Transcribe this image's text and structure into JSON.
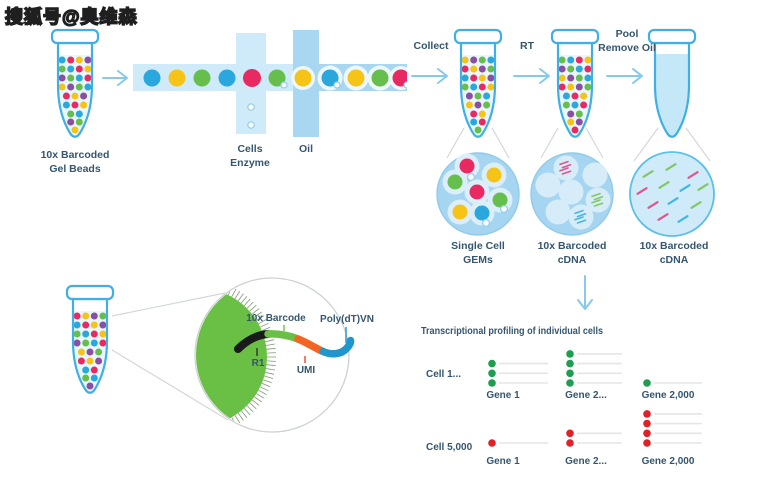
{
  "watermark": {
    "text": "搜狐号@奥维森"
  },
  "colors": {
    "label_text": "#35566e",
    "tube_outline": "#3fb0e5",
    "tube_liquid": "#e8f6fd",
    "pooled_liquid": "#c5e8f8",
    "channel_light": "#cfeaf9",
    "channel_dark": "#a9d6f0",
    "droplet": "#edf7fc",
    "arrow": "#85c9ec",
    "bead_palette": [
      "#2aa7dc",
      "#f5c417",
      "#66bf4c",
      "#e92a62",
      "#8a4fa3"
    ],
    "gem_circle_fill": "#a5d5f0",
    "cdna_circle_fill": "#cfeaf9",
    "dash_green": "#82c766",
    "dash_pink": "#e0558e",
    "dash_cyan": "#46b7e2",
    "primer_r1": "#1a1a1a",
    "primer_barcode": "#6abf45",
    "primer_umi": "#f26522",
    "primer_polydt": "#2196cd",
    "umi_label": "#e8432d",
    "profile_green": "#1f9d50",
    "profile_red": "#e02127"
  },
  "labels": {
    "gel_beads_line1": "10x Barcoded",
    "gel_beads_line2": "Gel Beads",
    "cells": "Cells",
    "enzyme": "Enzyme",
    "oil": "Oil",
    "collect": "Collect",
    "rt": "RT",
    "pool_line1": "Pool",
    "pool_line2": "Remove Oil",
    "gems_line1": "Single Cell",
    "gems_line2": "GEMs",
    "cdna_mid_line1": "10x Barcoded",
    "cdna_mid_line2": "cDNA",
    "cdna_right_line1": "10x Barcoded",
    "cdna_right_line2": "cDNA",
    "barcode": "10x Barcode",
    "polydt": "Poly(dT)VN",
    "r1": "R1",
    "umi": "UMI"
  },
  "profiling": {
    "title": "Transcriptional profiling of individual cells",
    "gene_columns": [
      "Gene 1",
      "Gene 2...",
      "Gene 2,000"
    ],
    "rows": [
      {
        "label": "Cell 1...",
        "color": "#1f9d50",
        "counts": [
          3,
          4,
          1
        ]
      },
      {
        "label": "Cell 5,000",
        "color": "#e02127",
        "counts": [
          1,
          2,
          4
        ]
      }
    ]
  }
}
